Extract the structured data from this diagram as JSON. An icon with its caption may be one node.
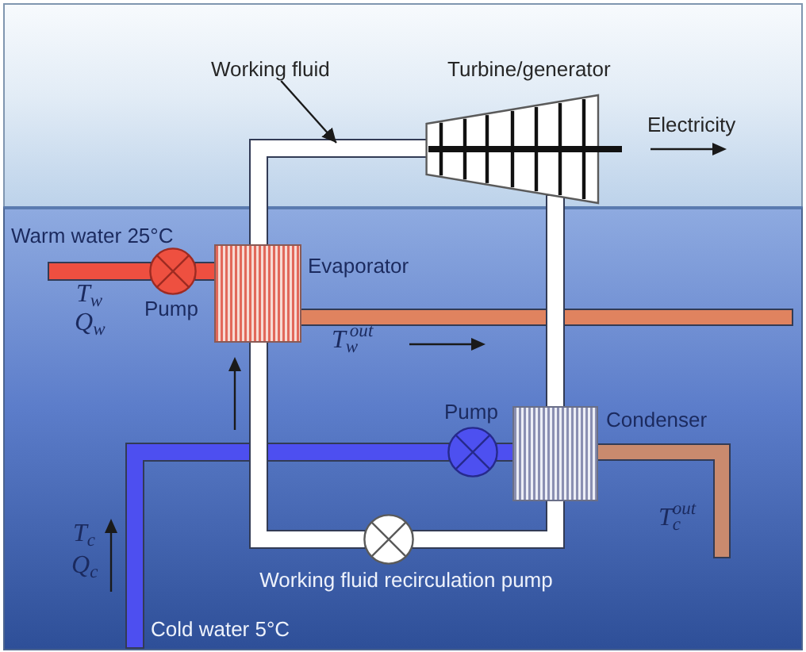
{
  "diagram": {
    "nodes": [
      {
        "text": [
          "Working fluid"
        ]
      },
      {
        "text": [
          "Turbine/generator"
        ]
      },
      {
        "text": [
          "Pump"
        ]
      },
      {
        "text": [
          "Evaporator"
        ]
      },
      {
        "text": [
          "Pump"
        ]
      },
      {
        "text": [
          "Condenser"
        ]
      },
      {
        "text": [
          "Working fluid recirculation pump"
        ]
      }
    ],
    "edges": [
      {
        "from": 0,
        "to": null,
        "arrow": "to",
        "color": "#1a1a1a"
      },
      {
        "from": null,
        "to": 2,
        "arrow": "none",
        "color": "#ee5040"
      },
      {
        "from": 2,
        "to": 3,
        "arrow": "none",
        "color": "#ee5040"
      },
      {
        "from": 3,
        "to": null,
        "arrow": "none",
        "color": "#e0835f"
      },
      {
        "from": 3,
        "to": 1,
        "arrow": "none"
      },
      {
        "from": 1,
        "to": 5,
        "arrow": "none"
      },
      {
        "from": 5,
        "to": 6,
        "arrow": "none"
      },
      {
        "from": 6,
        "to": 3,
        "arrow": "none"
      },
      {
        "from": null,
        "to": 4,
        "arrow": "none",
        "color": "#4d50f0"
      },
      {
        "from": 4,
        "to": 5,
        "arrow": "none",
        "color": "#4d50f0"
      },
      {
        "from": 5,
        "to": null,
        "arrow": "none",
        "color": "#c98a6e"
      }
    ],
    "labels": [
      "Electricity",
      "Warm water 25°C",
      "T$_{w}$",
      "Q$_{w}$",
      "T$_{w}$$^{out}$",
      "T$_{c}$$^{out}$",
      "T$_{c}$",
      "Q$_{c}$",
      "Cold water 5°C"
    ]
  }
}
